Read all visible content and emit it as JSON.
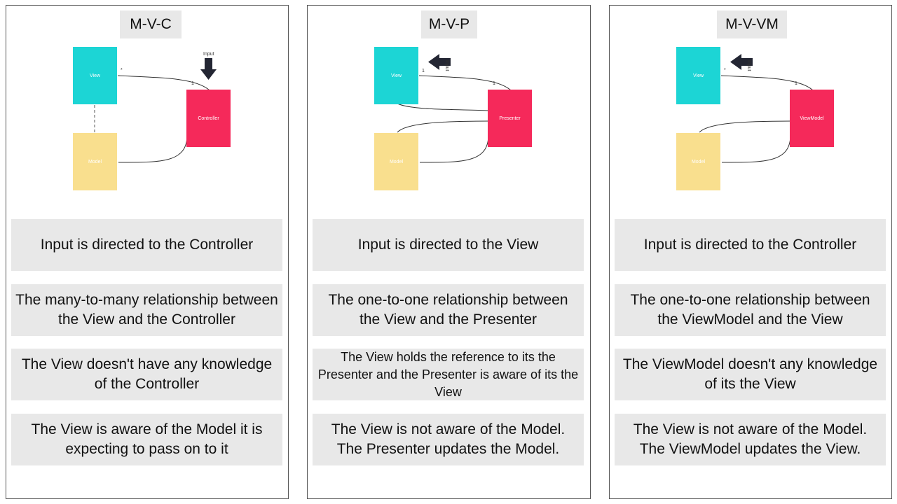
{
  "colors": {
    "view": "#1cd5d5",
    "controller": "#f5295a",
    "model": "#f9df8e",
    "card_bg": "#e8e8e8",
    "arrow": "#232633"
  },
  "panels": [
    {
      "title": "M-V-C",
      "diagram": {
        "view_label": "View",
        "right_label": "Controller",
        "model_label": "Model",
        "input_label": "Input",
        "view_mult": "*",
        "right_mult": "1"
      },
      "cards": [
        "Input is directed to the Controller",
        "The many-to-many relationship between the View and the Controller",
        "The View doesn't have any knowledge of the Controller",
        "The View is aware of the Model it is expecting to pass on to it"
      ]
    },
    {
      "title": "M-V-P",
      "diagram": {
        "view_label": "View",
        "right_label": "Presenter",
        "model_label": "Model",
        "input_label": "Input",
        "view_mult": "1",
        "right_mult": "1"
      },
      "cards": [
        "Input is directed to the View",
        "The one-to-one relationship between the View and the Presenter",
        "The View holds the reference to its the Presenter and the Presenter is aware of its the View",
        "The View is not aware of the Model. The Presenter updates the Model."
      ]
    },
    {
      "title": "M-V-VM",
      "diagram": {
        "view_label": "View",
        "right_label": "ViewModel",
        "model_label": "Model",
        "input_label": "Input",
        "view_mult": "*",
        "right_mult": "1"
      },
      "cards": [
        "Input is directed to the Controller",
        "The one-to-one relationship between the ViewModel and the View",
        "The ViewModel doesn't any knowledge of its the View",
        "The View is not aware of the Model. The ViewModel updates the View."
      ]
    }
  ]
}
